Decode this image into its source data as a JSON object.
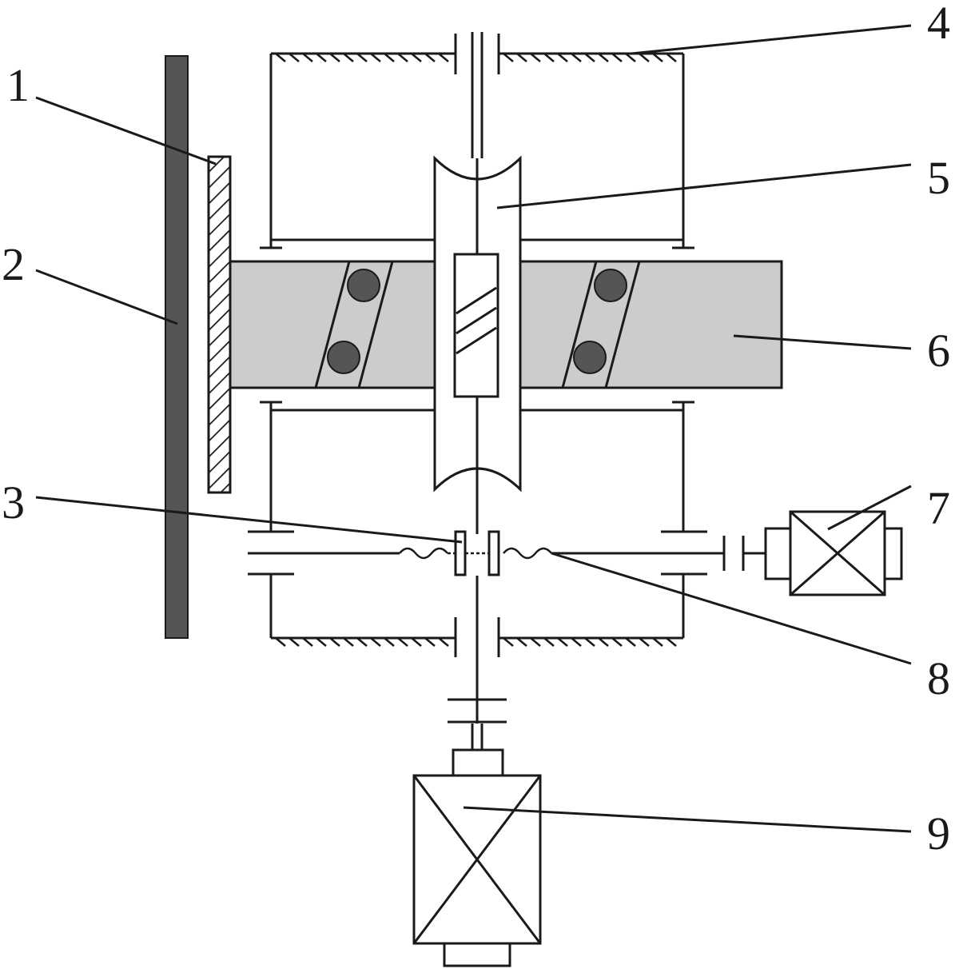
{
  "colors": {
    "line": "#1a1a1a",
    "rack_bar": "#555555",
    "screw_body": "#cccccc",
    "ball": "#555555",
    "background": "#ffffff"
  },
  "labels": [
    {
      "id": "1",
      "text": "1"
    },
    {
      "id": "2",
      "text": "2"
    },
    {
      "id": "3",
      "text": "3"
    },
    {
      "id": "4",
      "text": "4"
    },
    {
      "id": "5",
      "text": "5"
    },
    {
      "id": "6",
      "text": "6"
    },
    {
      "id": "7",
      "text": "7"
    },
    {
      "id": "8",
      "text": "8"
    },
    {
      "id": "9",
      "text": "9"
    }
  ]
}
